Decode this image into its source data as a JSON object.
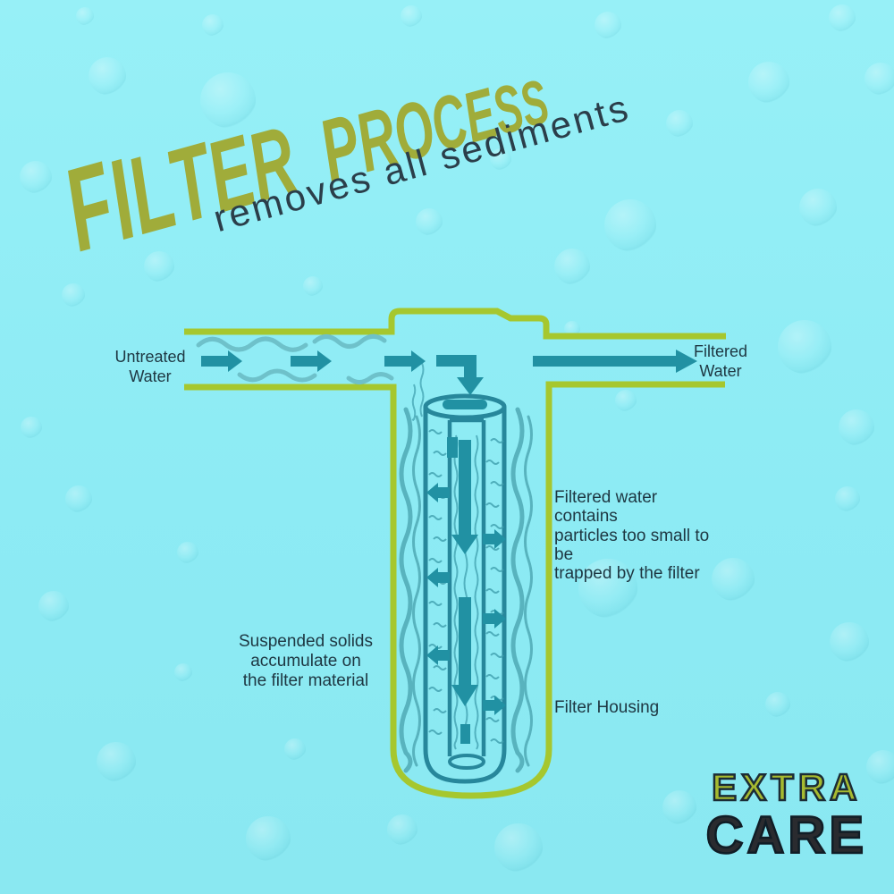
{
  "title": "FILTER PROCESS",
  "subtitle": "removes all sediments",
  "diagram": {
    "inlet_label": "Untreated\nWater",
    "outlet_label": "Filtered\nWater",
    "note_right": "Filtered water contains\nparticles too small to be\ntrapped by the filter",
    "note_left": "Suspended solids\naccumulate on\nthe filter material",
    "housing_label": "Filter Housing"
  },
  "logo": {
    "line1": "EXTRA",
    "line2": "CARE"
  },
  "colors": {
    "bg": "#90edf5",
    "pipe-green": "#a6c72e",
    "title-olive": "#a0ac3a",
    "teal": "#2191a3",
    "teal-dark": "#27879b",
    "text-dark": "#1e3742",
    "subtitle": "#2b3e4a",
    "logo-green": "#a6ba30",
    "logo-dark": "#2a2b2f"
  }
}
